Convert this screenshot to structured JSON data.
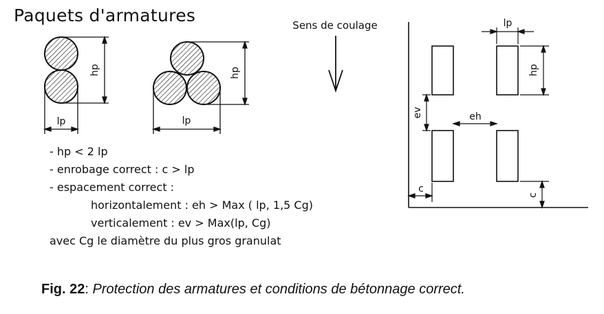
{
  "title": "Paquets d'armatures",
  "flow_label": "Sens de coulage",
  "dimension_labels": {
    "hp": "hp",
    "lp": "lp",
    "ev": "ev",
    "eh": "eh",
    "c": "c"
  },
  "conditions": {
    "line1": "- hp < 2 lp",
    "line2": "- enrobage correct : c > lp",
    "line3": "- espacement correct :",
    "line4": "horizontalement : eh > Max ( lp, 1,5 Cg)",
    "line5": "verticalement : ev > Max(lp, Cg)",
    "line6": "avec Cg le diamètre du plus gros granulat"
  },
  "caption": {
    "label": "Fig. 22",
    "text": "Protection des armatures et conditions de bétonnage correct."
  }
}
